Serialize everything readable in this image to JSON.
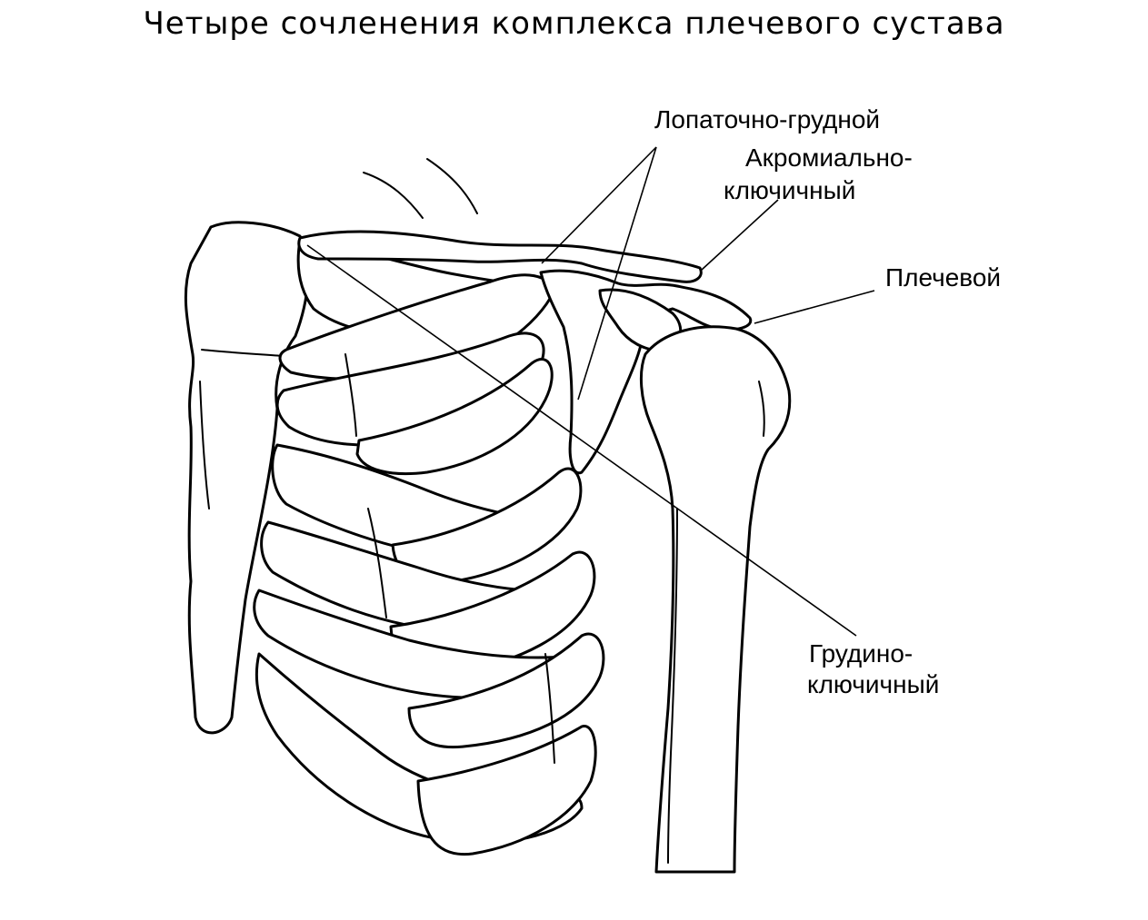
{
  "title": "Четыре сочленения комплекса плечевого сустава",
  "labels": {
    "scapulothoracic": "Лопаточно-грудной",
    "acromioclavicular_line1": "Акромиально-",
    "acromioclavicular_line2": "ключичный",
    "glenohumeral": "Плечевой",
    "sternoclavicular_line1": "Грудино-",
    "sternoclavicular_line2": "ключичный"
  }
}
